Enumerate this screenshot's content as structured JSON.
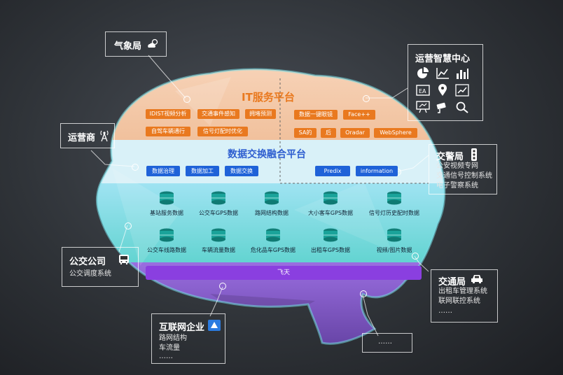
{
  "it_platform": {
    "title": "IT服务平台",
    "chips_row1": [
      "IDIST视频分析",
      "交通事件感知",
      "拥堵预测",
      "数据一键眼镜",
      "Face++"
    ],
    "chips_row2": [
      "自驾车辆通行",
      "信号灯配时优化",
      "SA的",
      "后",
      "Oradar",
      "WebSphere"
    ]
  },
  "exchange_platform": {
    "title": "数据交换融合平台",
    "chips_left": [
      "数据治理",
      "数据加工",
      "数据交换"
    ],
    "chips_right": [
      "Predix",
      "information"
    ]
  },
  "databases": [
    "基站服务数据",
    "公交车GPS数据",
    "路网结构数据",
    "大小客车GPS数据",
    "信号灯历史配时数据",
    "公交车线路数据",
    "车辆流量数据",
    "危化品车GPS数据",
    "出租车GPS数据",
    "视频/图片数据"
  ],
  "feitian": "飞天",
  "callouts": {
    "weather": {
      "title": "气象局"
    },
    "operator": {
      "title": "运营商"
    },
    "bus": {
      "title": "公交公司",
      "lines": [
        "公交调度系统"
      ]
    },
    "internet": {
      "title": "互联网企业",
      "lines": [
        "路网结构",
        "车流量",
        "……"
      ]
    },
    "ops_center": {
      "title": "运营智慧中心"
    },
    "traffic_police": {
      "title": "交警局",
      "lines": [
        "公安视频专网",
        "交通信号控制系统",
        "电子警察系统"
      ]
    },
    "transport": {
      "title": "交通局",
      "lines": [
        "出租车管理系统",
        "联网联控系统",
        "……"
      ]
    },
    "more": {
      "title": "……"
    }
  },
  "colors": {
    "orange_chip": "#e9791f",
    "blue_chip": "#1f62d8",
    "purple_bar": "#8a3fe0",
    "cyan_db": "#1aa39a",
    "title_orange": "#e9791f",
    "title_blue": "#2f5fd0"
  },
  "icons": [
    "weather-cloud-sun-icon",
    "antenna-icon",
    "bus-icon",
    "map-flag-icon",
    "traffic-light-icon",
    "car-icon",
    "pie-chart-icon",
    "line-chart-icon",
    "bar-chart-icon",
    "ea-icon",
    "location-pin-icon",
    "growth-chart-icon",
    "presentation-icon",
    "camera-icon",
    "search-icon"
  ]
}
